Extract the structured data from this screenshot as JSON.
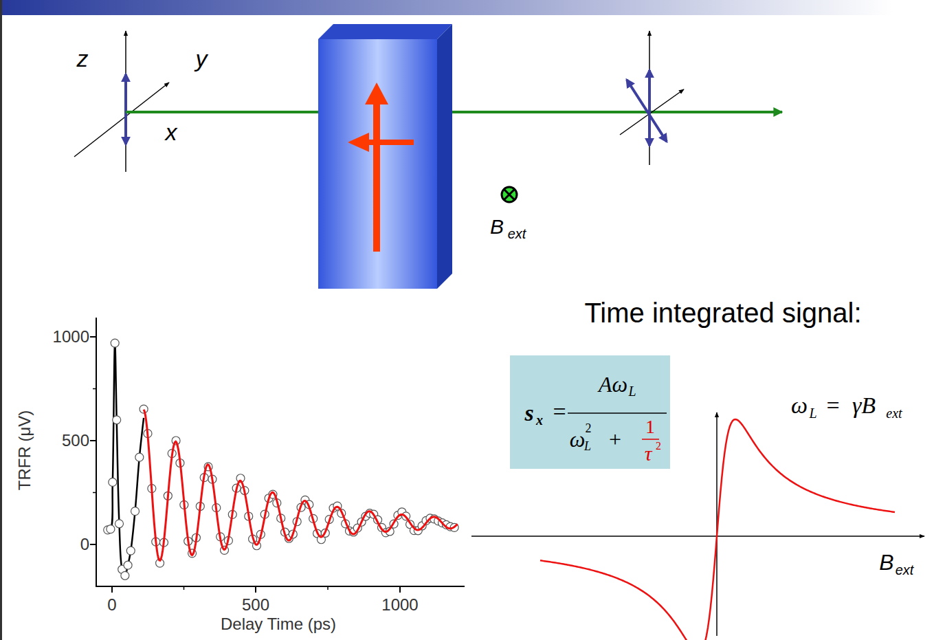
{
  "diagram": {
    "nodes": [
      {
        "text": [
          "s",
          "x",
          "=",
          "Aω",
          "L",
          "ω",
          "L",
          "2",
          "+",
          "1",
          "τ",
          "2"
        ]
      }
    ],
    "labels": [
      "z",
      "y",
      "x",
      "B",
      "ext",
      "1000",
      "500",
      "0",
      "0",
      "500",
      "1000",
      "TRFR (μV)",
      "Delay Time (ps)",
      "Time integrated signal:",
      "ω",
      "L",
      "=",
      "γB",
      "ext",
      "B",
      "ext"
    ]
  }
}
